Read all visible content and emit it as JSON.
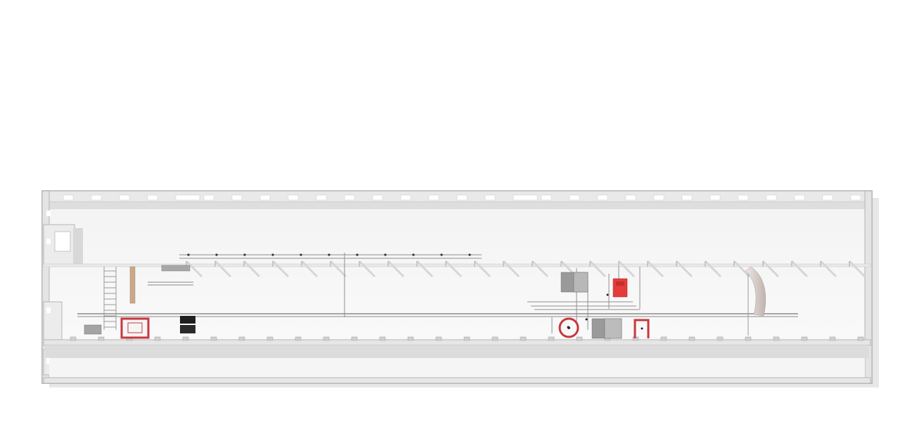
{
  "scene": {
    "view": "isometric-cutaway-plan",
    "palette": {
      "background": "#ffffff",
      "floor": "#f6f6f6",
      "wall": "#e6e6e6",
      "wall_edge": "#b9b9b9",
      "shadow": "#d9d9d9",
      "pipe": "#8f8f8f",
      "equipment_grey": "#9a9a9a",
      "accent_red": "#c8373d",
      "bright_red": "#e53b3b",
      "wood": "#c9a98a",
      "black": "#1f1f1f"
    },
    "components": [
      "outer-shell",
      "upper-bay",
      "lower-corridor",
      "skylights",
      "pipe-racks",
      "ladder",
      "electrical-cabinet",
      "red-framed-equipment",
      "grey-storage-boxes",
      "circular-tank",
      "red-control-box",
      "curved-panel"
    ]
  }
}
